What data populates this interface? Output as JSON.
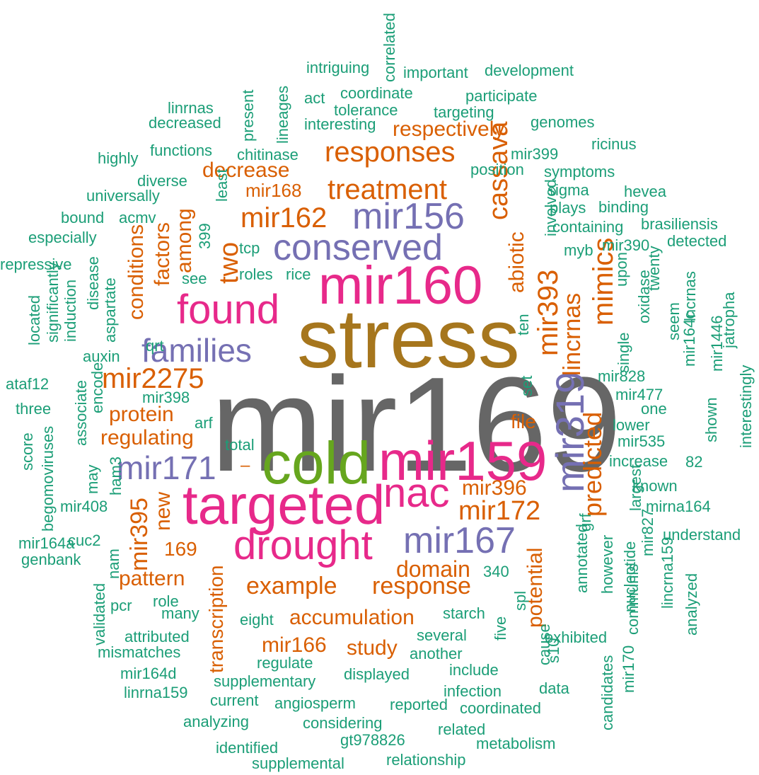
{
  "colors": {
    "gray": "#666666",
    "olive": "#a6761d",
    "pink": "#e7298a",
    "green": "#66a61e",
    "purple": "#7570b3",
    "orange": "#d95f02",
    "teal": "#1b9e77"
  },
  "words": [
    {
      "text": "mir169",
      "color": "gray"
    },
    {
      "text": "stress",
      "color": "olive"
    },
    {
      "text": "mir160",
      "color": "pink"
    },
    {
      "text": "cold",
      "color": "green"
    },
    {
      "text": "mir159",
      "color": "pink"
    },
    {
      "text": "targeted",
      "color": "pink"
    },
    {
      "text": "found",
      "color": "pink"
    },
    {
      "text": "drought",
      "color": "pink"
    },
    {
      "text": "nac",
      "color": "pink"
    },
    {
      "text": "conserved",
      "color": "purple"
    },
    {
      "text": "mir156",
      "color": "purple"
    },
    {
      "text": "families",
      "color": "purple"
    },
    {
      "text": "mir171",
      "color": "purple"
    },
    {
      "text": "mir167",
      "color": "purple"
    },
    {
      "text": "mir319",
      "color": "purple"
    },
    {
      "text": "responses",
      "color": "orange"
    },
    {
      "text": "treatment",
      "color": "orange"
    },
    {
      "text": "mir162",
      "color": "orange"
    },
    {
      "text": "respectively",
      "color": "orange"
    },
    {
      "text": "decrease",
      "color": "orange"
    },
    {
      "text": "mir168",
      "color": "orange"
    },
    {
      "text": "cassava",
      "color": "orange"
    },
    {
      "text": "mir393",
      "color": "orange"
    },
    {
      "text": "lincrnas",
      "color": "orange"
    },
    {
      "text": "mimics",
      "color": "orange"
    },
    {
      "text": "predicted",
      "color": "orange"
    },
    {
      "text": "abiotic",
      "color": "orange"
    },
    {
      "text": "two",
      "color": "orange"
    },
    {
      "text": "among",
      "color": "orange"
    },
    {
      "text": "factors",
      "color": "orange"
    },
    {
      "text": "conditions",
      "color": "orange"
    },
    {
      "text": "mir2275",
      "color": "orange"
    },
    {
      "text": "protein",
      "color": "orange"
    },
    {
      "text": "regulating",
      "color": "orange"
    },
    {
      "text": "file",
      "color": "orange"
    },
    {
      "text": "mir172",
      "color": "orange"
    },
    {
      "text": "mir396",
      "color": "orange"
    },
    {
      "text": "new",
      "color": "orange"
    },
    {
      "text": "mir395",
      "color": "orange"
    },
    {
      "text": "169",
      "color": "orange"
    },
    {
      "text": "pattern",
      "color": "orange"
    },
    {
      "text": "transcription",
      "color": "orange"
    },
    {
      "text": "example",
      "color": "orange"
    },
    {
      "text": "response",
      "color": "orange"
    },
    {
      "text": "domain",
      "color": "orange"
    },
    {
      "text": "potential",
      "color": "orange"
    },
    {
      "text": "accumulation",
      "color": "orange"
    },
    {
      "text": "mir166",
      "color": "orange"
    },
    {
      "text": "study",
      "color": "orange"
    },
    {
      "text": "–",
      "color": "orange"
    },
    {
      "text": "correlated",
      "color": "teal"
    },
    {
      "text": "intriguing",
      "color": "teal"
    },
    {
      "text": "important",
      "color": "teal"
    },
    {
      "text": "development",
      "color": "teal"
    },
    {
      "text": "lineages",
      "color": "teal"
    },
    {
      "text": "act",
      "color": "teal"
    },
    {
      "text": "coordinate",
      "color": "teal"
    },
    {
      "text": "participate",
      "color": "teal"
    },
    {
      "text": "tolerance",
      "color": "teal"
    },
    {
      "text": "present",
      "color": "teal"
    },
    {
      "text": "linrnas",
      "color": "teal"
    },
    {
      "text": "targeting",
      "color": "teal"
    },
    {
      "text": "decreased",
      "color": "teal"
    },
    {
      "text": "interesting",
      "color": "teal"
    },
    {
      "text": "genomes",
      "color": "teal"
    },
    {
      "text": "functions",
      "color": "teal"
    },
    {
      "text": "chitinase",
      "color": "teal"
    },
    {
      "text": "ricinus",
      "color": "teal"
    },
    {
      "text": "highly",
      "color": "teal"
    },
    {
      "text": "mir399",
      "color": "teal"
    },
    {
      "text": "position",
      "color": "teal"
    },
    {
      "text": "symptoms",
      "color": "teal"
    },
    {
      "text": "diverse",
      "color": "teal"
    },
    {
      "text": "sigma",
      "color": "teal"
    },
    {
      "text": "hevea",
      "color": "teal"
    },
    {
      "text": "universally",
      "color": "teal"
    },
    {
      "text": "least",
      "color": "teal"
    },
    {
      "text": "plays",
      "color": "teal"
    },
    {
      "text": "binding",
      "color": "teal"
    },
    {
      "text": "bound",
      "color": "teal"
    },
    {
      "text": "acmv",
      "color": "teal"
    },
    {
      "text": "involved",
      "color": "teal"
    },
    {
      "text": "containing",
      "color": "teal"
    },
    {
      "text": "brasiliensis",
      "color": "teal"
    },
    {
      "text": "especially",
      "color": "teal"
    },
    {
      "text": "399",
      "color": "teal"
    },
    {
      "text": "tcp",
      "color": "teal"
    },
    {
      "text": "myb",
      "color": "teal"
    },
    {
      "text": "mir390",
      "color": "teal"
    },
    {
      "text": "detected",
      "color": "teal"
    },
    {
      "text": "repressive",
      "color": "teal"
    },
    {
      "text": "roles",
      "color": "teal"
    },
    {
      "text": "rice",
      "color": "teal"
    },
    {
      "text": "see",
      "color": "teal"
    },
    {
      "text": "upon",
      "color": "teal"
    },
    {
      "text": "twenty",
      "color": "teal"
    },
    {
      "text": "seem",
      "color": "teal"
    },
    {
      "text": "lncrnas",
      "color": "teal"
    },
    {
      "text": "oxidase",
      "color": "teal"
    },
    {
      "text": "jatropha",
      "color": "teal"
    },
    {
      "text": "disease",
      "color": "teal"
    },
    {
      "text": "aspartate",
      "color": "teal"
    },
    {
      "text": "significantly",
      "color": "teal"
    },
    {
      "text": "induction",
      "color": "teal"
    },
    {
      "text": "located",
      "color": "teal"
    },
    {
      "text": "qrt",
      "color": "teal"
    },
    {
      "text": "auxin",
      "color": "teal"
    },
    {
      "text": "ten",
      "color": "teal"
    },
    {
      "text": "mir164c",
      "color": "teal"
    },
    {
      "text": "single",
      "color": "teal"
    },
    {
      "text": "mir1446",
      "color": "teal"
    },
    {
      "text": "ataf12",
      "color": "teal"
    },
    {
      "text": "mir398",
      "color": "teal"
    },
    {
      "text": "encode",
      "color": "teal"
    },
    {
      "text": "set",
      "color": "teal"
    },
    {
      "text": "mir828",
      "color": "teal"
    },
    {
      "text": "mir477",
      "color": "teal"
    },
    {
      "text": "three",
      "color": "teal"
    },
    {
      "text": "associate",
      "color": "teal"
    },
    {
      "text": "begomoviruses",
      "color": "teal"
    },
    {
      "text": "one",
      "color": "teal"
    },
    {
      "text": "shown",
      "color": "teal"
    },
    {
      "text": "interestingly",
      "color": "teal"
    },
    {
      "text": "arf",
      "color": "teal"
    },
    {
      "text": "lower",
      "color": "teal"
    },
    {
      "text": "total",
      "color": "teal"
    },
    {
      "text": "mir535",
      "color": "teal"
    },
    {
      "text": "score",
      "color": "teal"
    },
    {
      "text": "ham3",
      "color": "teal"
    },
    {
      "text": "increase",
      "color": "teal"
    },
    {
      "text": "82",
      "color": "teal"
    },
    {
      "text": "may",
      "color": "teal"
    },
    {
      "text": "known",
      "color": "teal"
    },
    {
      "text": "largest",
      "color": "teal"
    },
    {
      "text": "mirna164",
      "color": "teal"
    },
    {
      "text": "mir408",
      "color": "teal"
    },
    {
      "text": "grf",
      "color": "teal"
    },
    {
      "text": "understand",
      "color": "teal"
    },
    {
      "text": "cuc2",
      "color": "teal"
    },
    {
      "text": "annotated",
      "color": "teal"
    },
    {
      "text": "mir827",
      "color": "teal"
    },
    {
      "text": "mir164a",
      "color": "teal"
    },
    {
      "text": "340",
      "color": "teal"
    },
    {
      "text": "nucleotide",
      "color": "teal"
    },
    {
      "text": "genbank",
      "color": "teal"
    },
    {
      "text": "nam",
      "color": "teal"
    },
    {
      "text": "however",
      "color": "teal"
    },
    {
      "text": "lincrna159",
      "color": "teal"
    },
    {
      "text": "pcr",
      "color": "teal"
    },
    {
      "text": "role",
      "color": "teal"
    },
    {
      "text": "starch",
      "color": "teal"
    },
    {
      "text": "validated",
      "color": "teal"
    },
    {
      "text": "many",
      "color": "teal"
    },
    {
      "text": "spl",
      "color": "teal"
    },
    {
      "text": "analyzed",
      "color": "teal"
    },
    {
      "text": "eight",
      "color": "teal"
    },
    {
      "text": "communis",
      "color": "teal"
    },
    {
      "text": "attributed",
      "color": "teal"
    },
    {
      "text": "several",
      "color": "teal"
    },
    {
      "text": "exhibited",
      "color": "teal"
    },
    {
      "text": "mismatches",
      "color": "teal"
    },
    {
      "text": "another",
      "color": "teal"
    },
    {
      "text": "five",
      "color": "teal"
    },
    {
      "text": "s10",
      "color": "teal"
    },
    {
      "text": "regulate",
      "color": "teal"
    },
    {
      "text": "cause",
      "color": "teal"
    },
    {
      "text": "mir164d",
      "color": "teal"
    },
    {
      "text": "displayed",
      "color": "teal"
    },
    {
      "text": "include",
      "color": "teal"
    },
    {
      "text": "candidates",
      "color": "teal"
    },
    {
      "text": "mir170",
      "color": "teal"
    },
    {
      "text": "supplementary",
      "color": "teal"
    },
    {
      "text": "linrna159",
      "color": "teal"
    },
    {
      "text": "infection",
      "color": "teal"
    },
    {
      "text": "data",
      "color": "teal"
    },
    {
      "text": "current",
      "color": "teal"
    },
    {
      "text": "angiosperm",
      "color": "teal"
    },
    {
      "text": "reported",
      "color": "teal"
    },
    {
      "text": "coordinated",
      "color": "teal"
    },
    {
      "text": "analyzing",
      "color": "teal"
    },
    {
      "text": "considering",
      "color": "teal"
    },
    {
      "text": "related",
      "color": "teal"
    },
    {
      "text": "gt978826",
      "color": "teal"
    },
    {
      "text": "metabolism",
      "color": "teal"
    },
    {
      "text": "identified",
      "color": "teal"
    },
    {
      "text": "relationship",
      "color": "teal"
    },
    {
      "text": "supplemental",
      "color": "teal"
    }
  ]
}
